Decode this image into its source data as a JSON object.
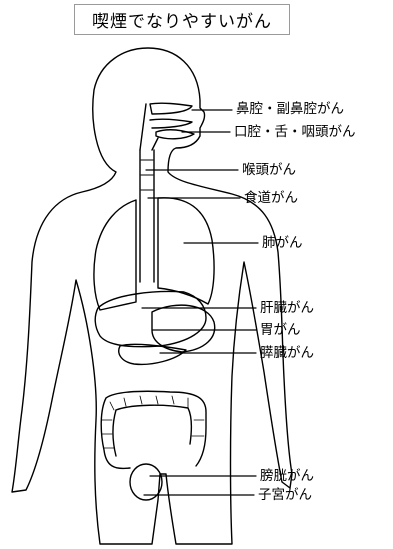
{
  "title": "喫煙でなりやすいがん",
  "labels": {
    "nasal": "鼻腔・副鼻腔がん",
    "oral": "口腔・舌・咽頭がん",
    "larynx": "喉頭がん",
    "esophagus": "食道がん",
    "lung": "肺がん",
    "liver": "肝臓がん",
    "stomach": "胃がん",
    "pancreas": "膵臓がん",
    "bladder": "膀胱がん",
    "uterus": "子宮がん"
  }
}
